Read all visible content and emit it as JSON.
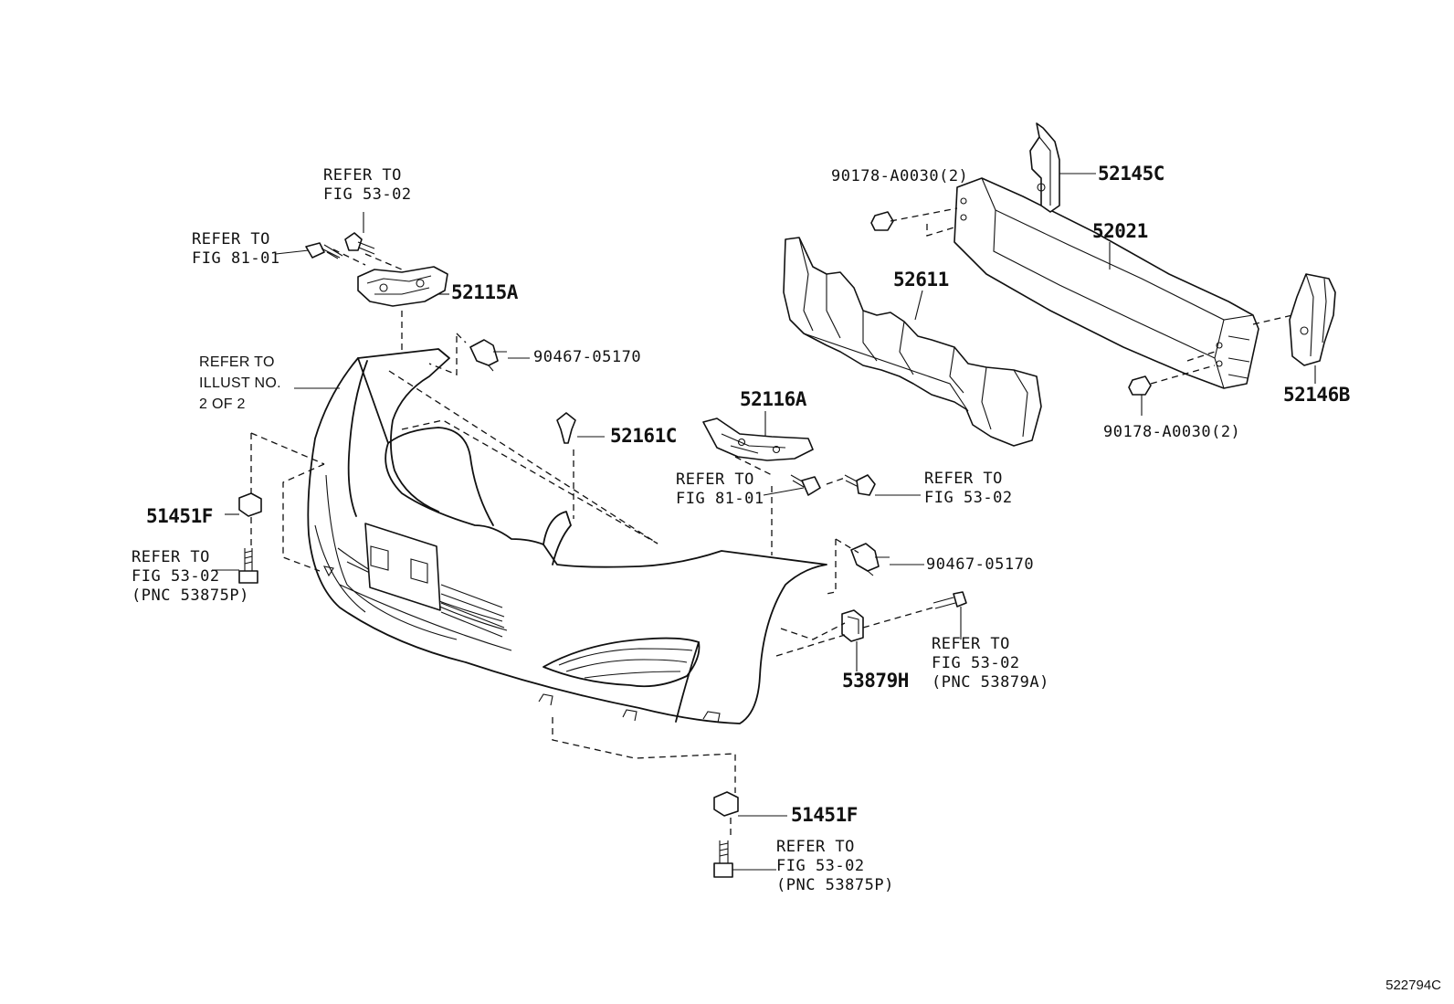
{
  "labels": {
    "refer_53_02_top_line1": "REFER TO",
    "refer_53_02_top_line2": "FIG 53-02",
    "refer_81_01_left_line1": "REFER TO",
    "refer_81_01_left_line2": "FIG 81-01",
    "refer_illust_line1": "REFER TO",
    "refer_illust_line2": "ILLUST NO.",
    "refer_illust_line3": "2 OF 2",
    "refer_53875p_left_line1": "REFER TO",
    "refer_53875p_left_line2": "FIG 53-02",
    "refer_53875p_left_line3": "(PNC 53875P)",
    "refer_81_01_mid_line1": "REFER TO",
    "refer_81_01_mid_line2": "FIG 81-01",
    "refer_53_02_mid_line1": "REFER TO",
    "refer_53_02_mid_line2": "FIG 53-02",
    "refer_53879a_line1": "REFER TO",
    "refer_53879a_line2": "FIG 53-02",
    "refer_53879a_line3": "(PNC 53879A)",
    "refer_53875p_bottom_line1": "REFER TO",
    "refer_53875p_bottom_line2": "FIG 53-02",
    "refer_53875p_bottom_line3": "(PNC 53875P)"
  },
  "parts": {
    "p52115A": "52115A",
    "p90467_top": "90467-05170",
    "p52161C": "52161C",
    "p51451F_left": "51451F",
    "p90178_top": "90178-A0030(2)",
    "p52145C": "52145C",
    "p52021": "52021",
    "p52611": "52611",
    "p52116A": "52116A",
    "p52146B": "52146B",
    "p90178_bottom": "90178-A0030(2)",
    "p90467_mid": "90467-05170",
    "p53879H": "53879H",
    "p51451F_bottom": "51451F"
  },
  "illustration_code": "522794C"
}
